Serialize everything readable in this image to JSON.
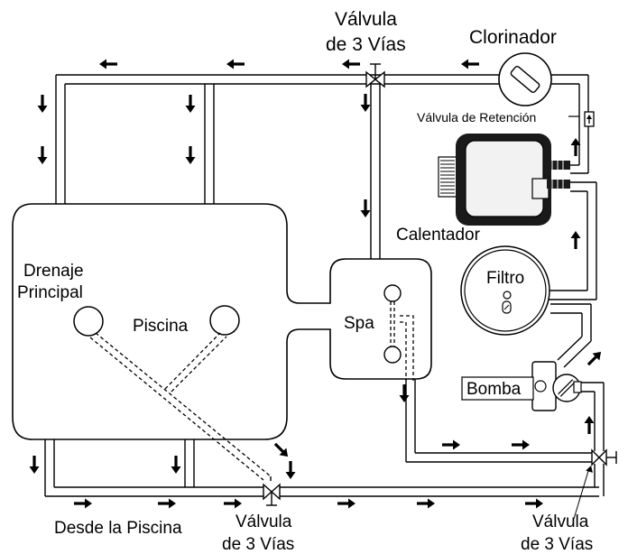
{
  "labels": {
    "valve_top_line1": "Válvula",
    "valve_top_line2": "de 3 Vías",
    "chlorinator": "Clorinador",
    "check_valve": "Válvula de Retención",
    "heater": "Calentador",
    "main_drain_line1": "Drenaje",
    "main_drain_line2": "Principal",
    "pool": "Piscina",
    "spa": "Spa",
    "filter": "Filtro",
    "pump": "Bomba",
    "from_pool": "Desde la Piscina",
    "valve_bottom_mid_line1": "Válvula",
    "valve_bottom_mid_line2": "de 3 Vías",
    "valve_bottom_right_line1": "Válvula",
    "valve_bottom_right_line2": "de 3 Vías"
  },
  "colors": {
    "line": "#000000",
    "background": "#ffffff",
    "heater_body": "#1a1a1a",
    "heater_screen": "#f2f2f2"
  },
  "icons": {
    "flow_arrow": "arrow-icon",
    "valve": "three-way-valve-icon",
    "check_valve": "check-valve-icon"
  }
}
